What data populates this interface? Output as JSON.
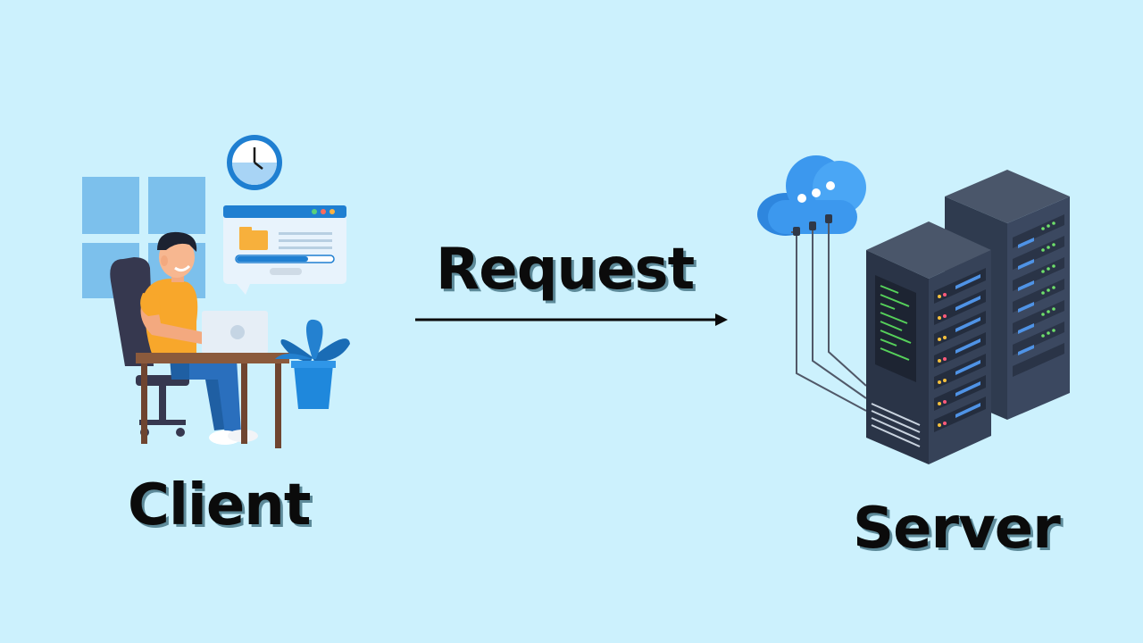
{
  "diagram": {
    "request_label": "Request",
    "client_label": "Client",
    "server_label": "Server"
  },
  "icons": {
    "client": "person-at-laptop-illustration",
    "server": "server-rack-with-cloud-illustration",
    "arrow": "right-arrow"
  },
  "colors": {
    "background": "#ccf1fd",
    "text": "#0b0b0b",
    "accent_blue": "#1f7fd1",
    "server_dark": "#2f3b4f"
  }
}
